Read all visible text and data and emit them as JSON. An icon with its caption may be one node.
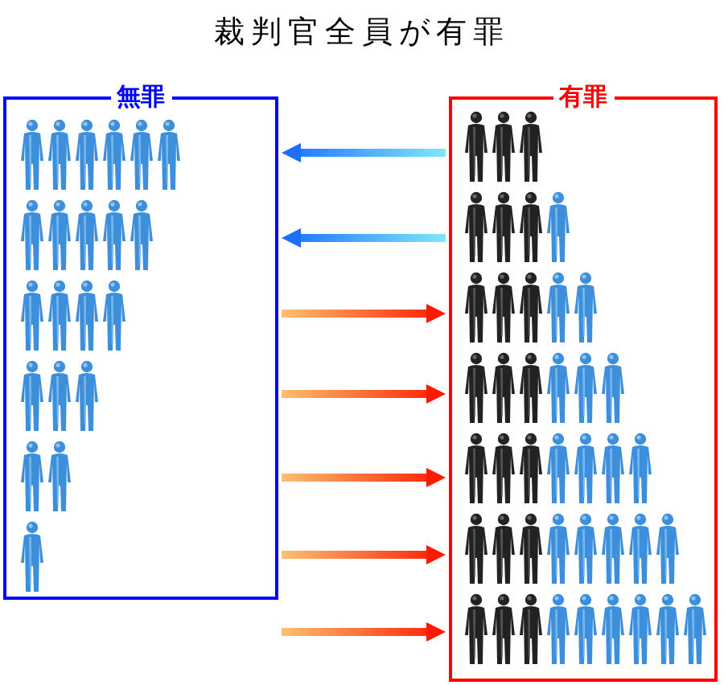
{
  "diagram": {
    "title": "裁判官全員が有罪",
    "nodes": [
      {
        "text": [
          "無罪"
        ]
      },
      {
        "text": [
          "有罪"
        ]
      }
    ],
    "edges": [
      {
        "from": 1,
        "to": 0,
        "arrow": "to",
        "color": "#1a6fff"
      },
      {
        "from": 1,
        "to": 0,
        "arrow": "to",
        "color": "#1a6fff"
      },
      {
        "from": 0,
        "to": 1,
        "arrow": "to"
      },
      {
        "from": 0,
        "to": 1,
        "arrow": "to"
      },
      {
        "from": 0,
        "to": 1,
        "arrow": "to"
      },
      {
        "from": 0,
        "to": 1,
        "arrow": "to"
      },
      {
        "from": 0,
        "to": 1,
        "arrow": "to"
      }
    ]
  }
}
